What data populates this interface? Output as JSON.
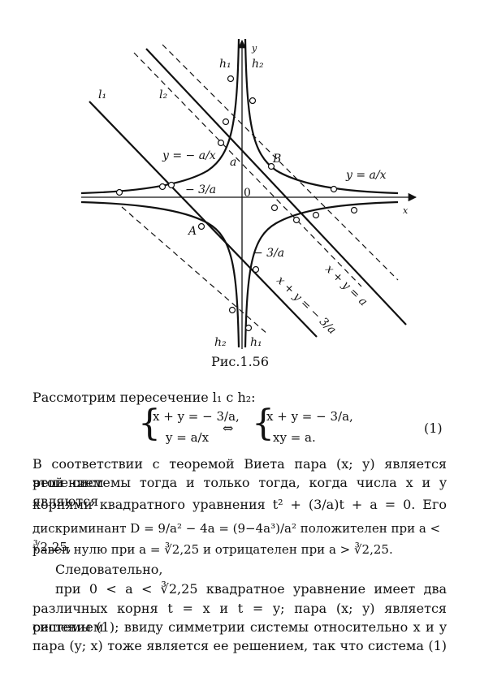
{
  "figure": {
    "caption": "Рис.1.56",
    "axis_x": "x",
    "axis_y": "y",
    "origin": "0",
    "labels": {
      "l1": "l₁",
      "l2": "l₂",
      "h1_top": "h₁",
      "h2_top": "h₂",
      "h1_bottom": "h₁",
      "h2_bottom": "h₂",
      "curve_left": "y = − a/x",
      "curve_right": "y = a/x",
      "tick_a_y": "a",
      "tick_neg3a_x": "− 3/a",
      "tick_neg3a_y": "− 3/a",
      "point_A": "A",
      "point_B": "B",
      "line_xy3": "x + y = − 3/a",
      "line_xya": "x + y = a"
    }
  },
  "text": {
    "intro": "Рассмотрим пересечение l₁ с  h₂:",
    "system_left_1": "x + y = − 3/a,",
    "system_left_2": "y = a/x",
    "equiv": "⇔",
    "system_right_1": "x + y = − 3/a,",
    "system_right_2": "xy = a.",
    "eq_number": "(1)",
    "p1_l1": "В соответствии с теоремой Виета пара (x; y) является решением",
    "p1_l2": "этой системы тогда и только тогда, когда числа x и y являются",
    "p1_l3": "корнями   квадратного   уравнения   t² + (3/a)t + a = 0.   Его",
    "p1_l4": "дискриминант D = 9/a² − 4a = (9−4a³)/a²  положителен  при a < ∛2,25,",
    "p1_l5": "равен нулю при  a = ∛2,25 и отрицателен при a > ∛2,25.",
    "p2": "Следовательно,",
    "p3_l1": "при   0 < a < ∛2,25   квадратное уравнение  имеет  два",
    "p3_l2": "различных корня t = x и  t = y; пара (x; y) является решением",
    "p3_l3": "системы (1); ввиду симметрии системы относительно x и y",
    "p3_l4": "пара (y; x) тоже является ее решением, так что система (1)"
  }
}
